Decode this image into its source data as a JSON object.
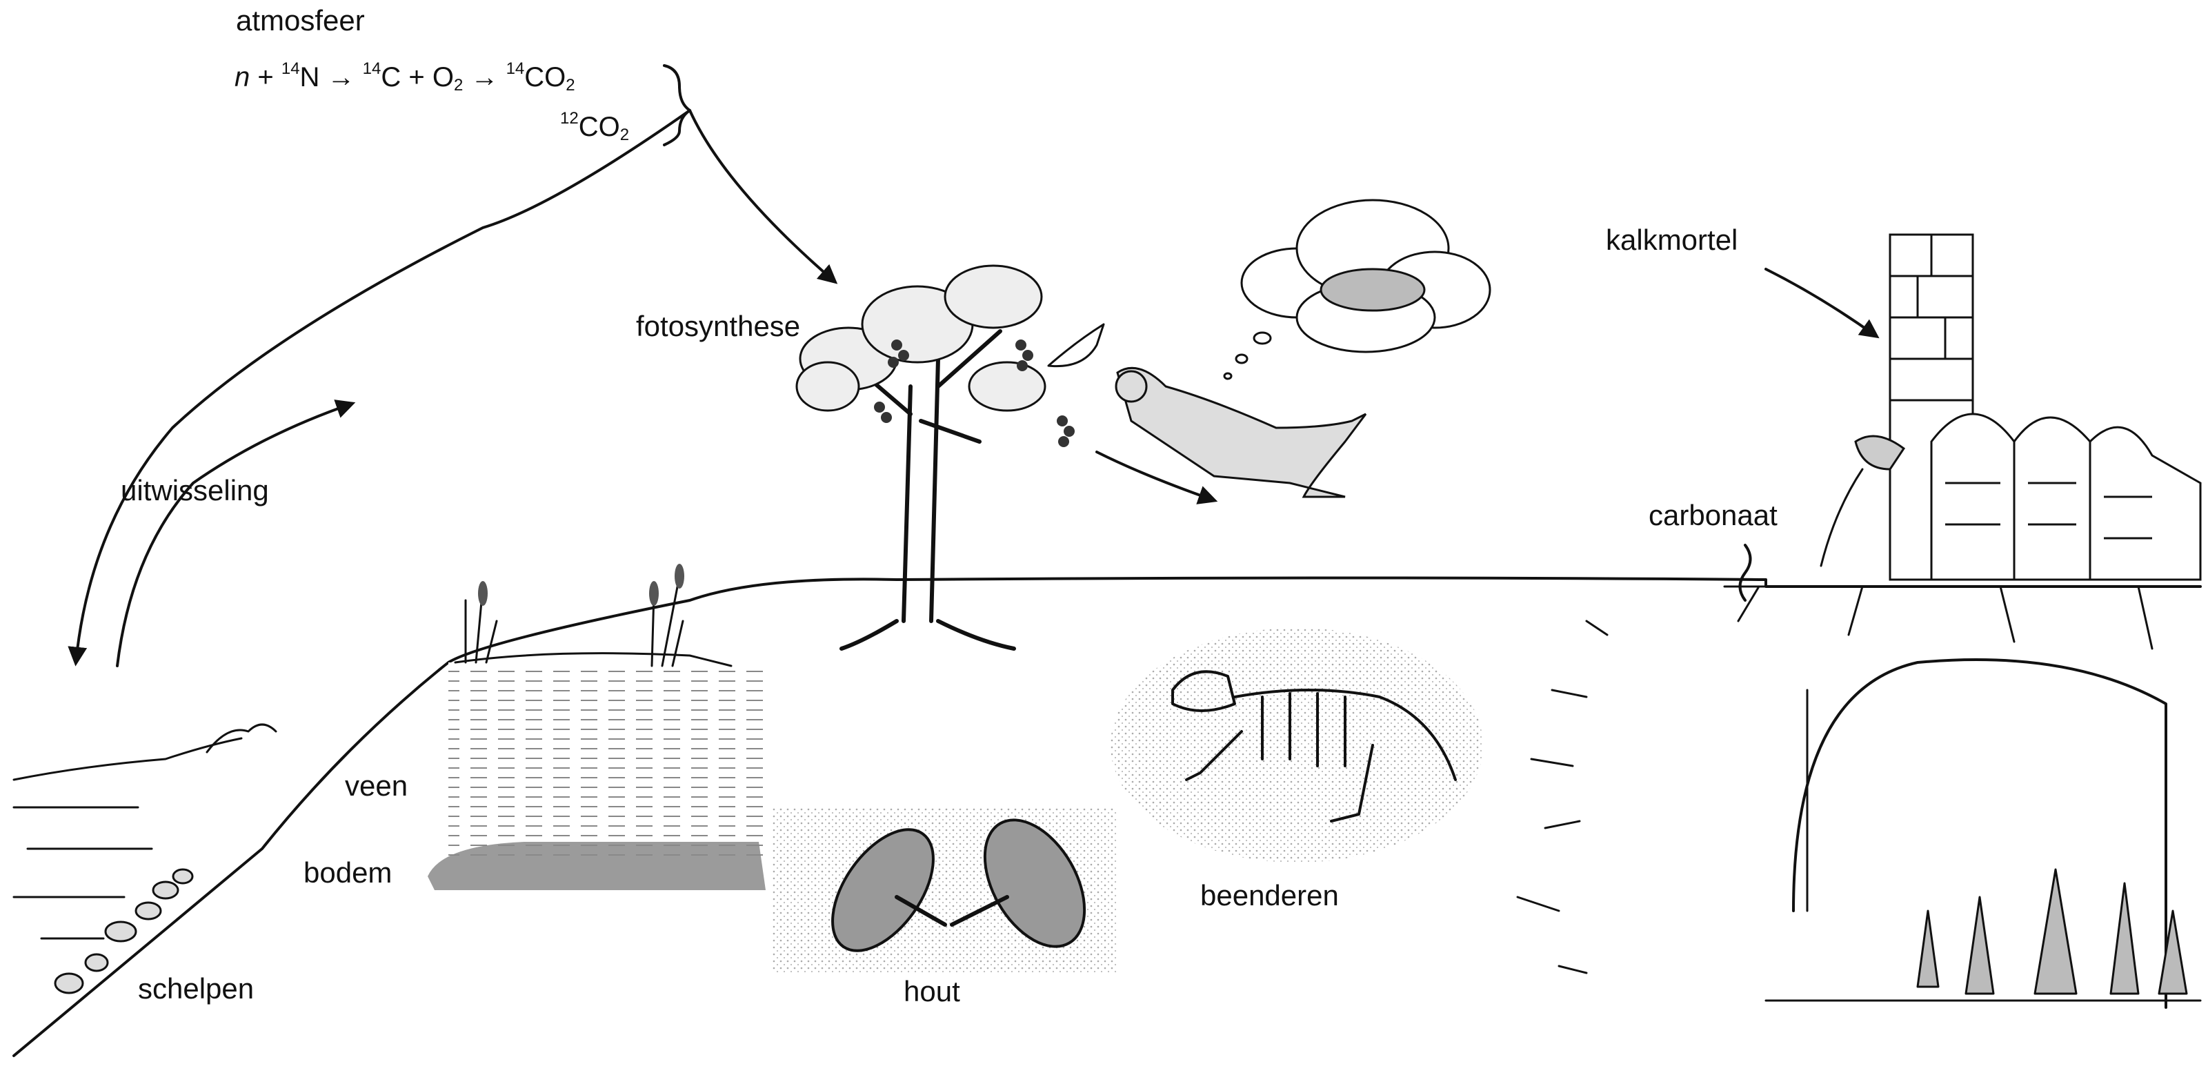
{
  "labels": {
    "atmosphere": "atmosfeer",
    "exchange": "uitwisseling",
    "photosynthesis": "fotosynthese",
    "lime_mortar": "kalkmortel",
    "carbonate": "carbonaat",
    "peat": "veen",
    "soil": "bodem",
    "shells": "schelpen",
    "wood": "hout",
    "bones": "beenderen"
  },
  "equation": {
    "n": "n",
    "plus1": " + ",
    "sup14a": "14",
    "N": "N",
    "arrow1": "  →  ",
    "sup14b": "14",
    "C": "C + O",
    "sub2a": "2",
    "arrow2": "  →  ",
    "sup14c": "14",
    "CO": "CO",
    "sub2b": "2",
    "sup12": "12",
    "CO12": "CO",
    "sub2c": "2"
  }
}
